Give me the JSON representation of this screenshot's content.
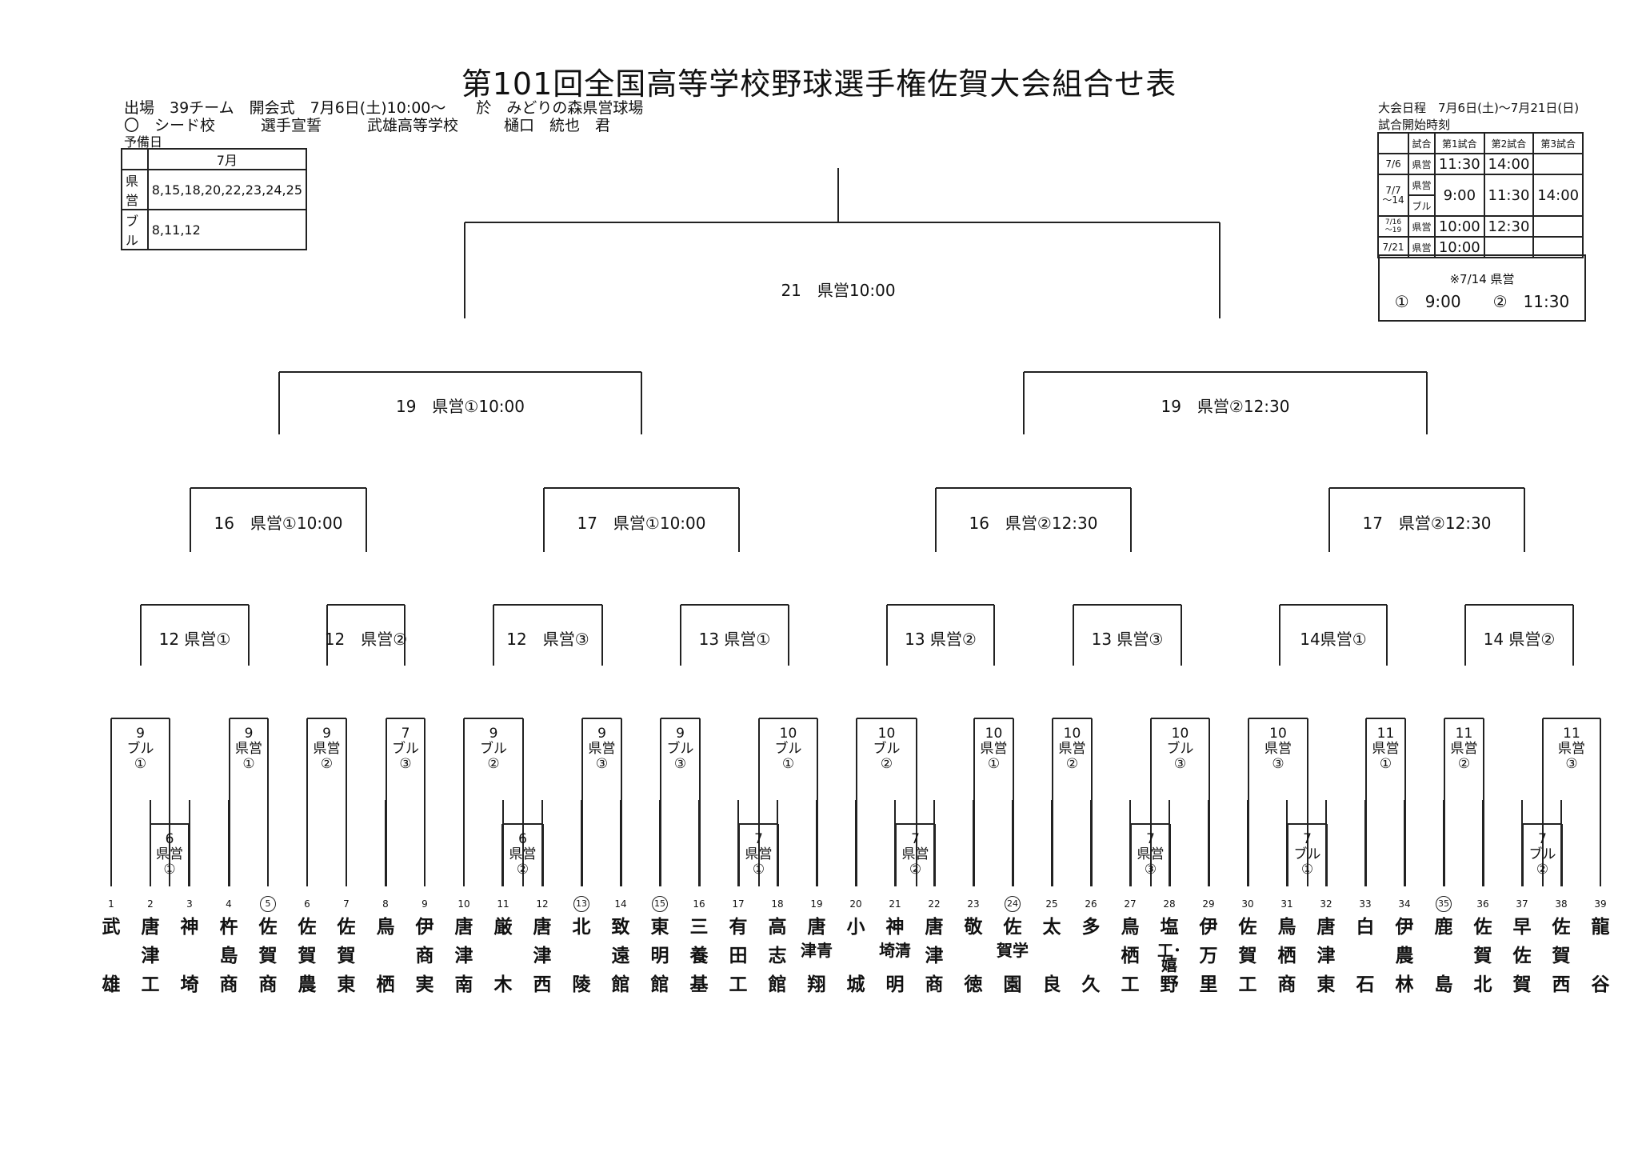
{
  "title": "第101回全国高等学校野球選手権佐賀大会組合せ表",
  "info": {
    "line1": "出場　39チーム　開会式　7月6日(土)10:00～　　於　みどりの森県営球場",
    "line2": "〇　シード校　　　選手宣誓　　　武雄高等学校　　　樋口　統也　君",
    "line3": "予備日"
  },
  "reserve": {
    "header": "7月",
    "rows": [
      {
        "venue": "県営",
        "dates": "8,15,18,20,22,23,24,25"
      },
      {
        "venue": "ブル",
        "dates": "8,11,12"
      }
    ]
  },
  "schedule": {
    "period": "大会日程　7月6日(土)～7月21日(日)",
    "start_times_label": "試合開始時刻",
    "headers": [
      "試合",
      "第1試合",
      "第2試合",
      "第3試合"
    ],
    "rows": [
      {
        "date": "7/6",
        "venue": "県営",
        "t1": "11:30",
        "t2": "14:00",
        "t3": ""
      },
      {
        "date": "7/7\n～14",
        "venue": "県営",
        "venue2": "ブル",
        "t1": "9:00",
        "t2": "11:30",
        "t3": "14:00"
      },
      {
        "date": "7/16\n～19",
        "venue": "県営",
        "t1": "10:00",
        "t2": "12:30",
        "t3": ""
      },
      {
        "date": "7/21",
        "venue": "県営",
        "t1": "10:00",
        "t2": "",
        "t3": ""
      }
    ],
    "note_line1": "※7/14 県営",
    "note_line2": "①　9:00　　②　11:30"
  },
  "rounds": {
    "final": "21　県営10:00",
    "semi": [
      "19　県営①10:00",
      "19　県営②12:30"
    ],
    "quarter": [
      "16　県営①10:00",
      "17　県営①10:00",
      "16　県営②12:30",
      "17　県営②12:30"
    ],
    "r16": [
      "12 県営①",
      "12　県営②",
      "12　県営③",
      "13 県営①",
      "13 県営②",
      "13 県営③",
      "14県営①",
      "14 県営②"
    ]
  },
  "matches": [
    "9\nブル\n①",
    "6\n県営\n①",
    "9\n県営\n①",
    "9\n県営\n②",
    "7\nブル\n③",
    "9\nブル\n②",
    "6\n県営\n②",
    "9\n県営\n③",
    "9\nブル\n③",
    "10\nブル\n①",
    "7\n県営\n①",
    "10\nブル\n②",
    "7\n県営\n②",
    "10\n県営\n①",
    "10\n県営\n②",
    "10\nブル\n③",
    "7\n県営\n③",
    "10\n県営\n③",
    "7\nブル\n①",
    "11\n県営\n①",
    "11\n県営\n②",
    "11\n県営\n③",
    "7\nブル\n②"
  ],
  "teams": [
    {
      "no": "1",
      "name": [
        "武",
        "",
        "雄"
      ]
    },
    {
      "no": "2",
      "name": [
        "唐",
        "津",
        "工"
      ]
    },
    {
      "no": "3",
      "name": [
        "神",
        "",
        "埼"
      ]
    },
    {
      "no": "4",
      "name": [
        "杵",
        "島",
        "商"
      ]
    },
    {
      "no": "5",
      "name": [
        "佐",
        "賀",
        "商"
      ],
      "seed": true
    },
    {
      "no": "6",
      "name": [
        "佐",
        "賀",
        "農"
      ]
    },
    {
      "no": "7",
      "name": [
        "佐",
        "賀",
        "東"
      ]
    },
    {
      "no": "8",
      "name": [
        "鳥",
        "",
        "栖"
      ]
    },
    {
      "no": "9",
      "name": [
        "伊",
        "商",
        "実"
      ]
    },
    {
      "no": "10",
      "name": [
        "唐",
        "津",
        "南"
      ]
    },
    {
      "no": "11",
      "name": [
        "厳",
        "",
        "木"
      ]
    },
    {
      "no": "12",
      "name": [
        "唐",
        "津",
        "西"
      ]
    },
    {
      "no": "13",
      "name": [
        "北",
        "",
        "陵"
      ],
      "seed": true
    },
    {
      "no": "14",
      "name": [
        "致",
        "遠",
        "館"
      ]
    },
    {
      "no": "15",
      "name": [
        "東",
        "明",
        "館"
      ],
      "seed": true
    },
    {
      "no": "16",
      "name": [
        "三",
        "養",
        "基"
      ]
    },
    {
      "no": "17",
      "name": [
        "有",
        "田",
        "工"
      ]
    },
    {
      "no": "18",
      "name": [
        "高",
        "志",
        "館"
      ]
    },
    {
      "no": "19",
      "name": [
        "唐",
        "津青",
        "翔"
      ]
    },
    {
      "no": "20",
      "name": [
        "小",
        "",
        "城"
      ]
    },
    {
      "no": "21",
      "name": [
        "神",
        "埼清",
        "明"
      ]
    },
    {
      "no": "22",
      "name": [
        "唐",
        "津",
        "商"
      ]
    },
    {
      "no": "23",
      "name": [
        "敬",
        "",
        "徳"
      ]
    },
    {
      "no": "24",
      "name": [
        "佐",
        "賀学",
        "園"
      ],
      "seed": true
    },
    {
      "no": "25",
      "name": [
        "太",
        "",
        "良"
      ]
    },
    {
      "no": "26",
      "name": [
        "多",
        "",
        "久"
      ]
    },
    {
      "no": "27",
      "name": [
        "鳥",
        "栖",
        "工"
      ]
    },
    {
      "no": "28",
      "name": [
        "塩",
        "工･嬉",
        "野"
      ]
    },
    {
      "no": "29",
      "name": [
        "伊",
        "万",
        "里"
      ]
    },
    {
      "no": "30",
      "name": [
        "佐",
        "賀",
        "工"
      ]
    },
    {
      "no": "31",
      "name": [
        "鳥",
        "栖",
        "商"
      ]
    },
    {
      "no": "32",
      "name": [
        "唐",
        "津",
        "東"
      ]
    },
    {
      "no": "33",
      "name": [
        "白",
        "",
        "石"
      ]
    },
    {
      "no": "34",
      "name": [
        "伊",
        "農",
        "林"
      ]
    },
    {
      "no": "35",
      "name": [
        "鹿",
        "",
        "島"
      ],
      "seed": true
    },
    {
      "no": "36",
      "name": [
        "佐",
        "賀",
        "北"
      ]
    },
    {
      "no": "37",
      "name": [
        "早",
        "佐",
        "賀"
      ]
    },
    {
      "no": "38",
      "name": [
        "佐",
        "賀",
        "西"
      ]
    },
    {
      "no": "39",
      "name": [
        "龍",
        "",
        "谷"
      ]
    }
  ]
}
